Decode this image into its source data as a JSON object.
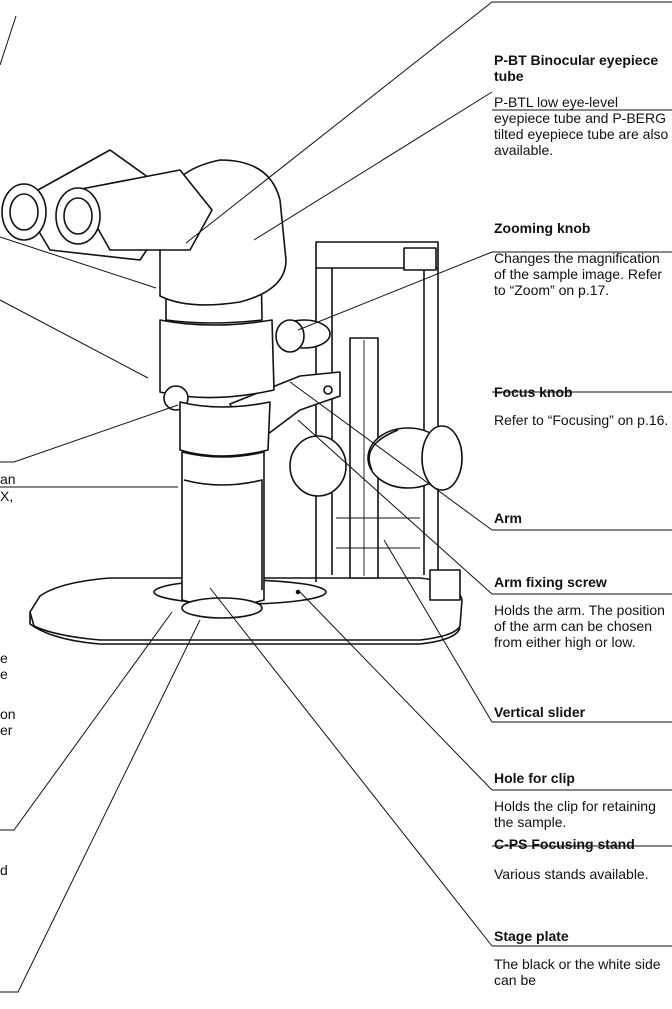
{
  "labels": [
    {
      "title": "P-BT Binocular eyepiece tube",
      "desc": "P-BTL low eye-level eyepiece tube and P-BERG tilted eyepiece tube are also available."
    },
    {
      "title": "Zooming knob",
      "desc": "Changes the magnification of the sample image. Refer to “Zoom” on p.17."
    },
    {
      "title": "Focus knob",
      "desc": "Refer to “Focusing” on p.16."
    },
    {
      "title": "Arm",
      "desc": ""
    },
    {
      "title": "Arm fixing screw",
      "desc": "Holds the arm.  The position of the arm can be chosen from either high or low."
    },
    {
      "title": "Vertical slider",
      "desc": ""
    },
    {
      "title": "Hole for clip",
      "desc": "Holds the clip for retaining the sample."
    },
    {
      "title": "C-PS Focusing stand",
      "desc": "Various stands available."
    },
    {
      "title": "Stage plate",
      "desc": "The black or the white side can be"
    }
  ],
  "left_fragments": [
    "an",
    "X,",
    "e",
    "e",
    "on",
    "er",
    "d"
  ]
}
